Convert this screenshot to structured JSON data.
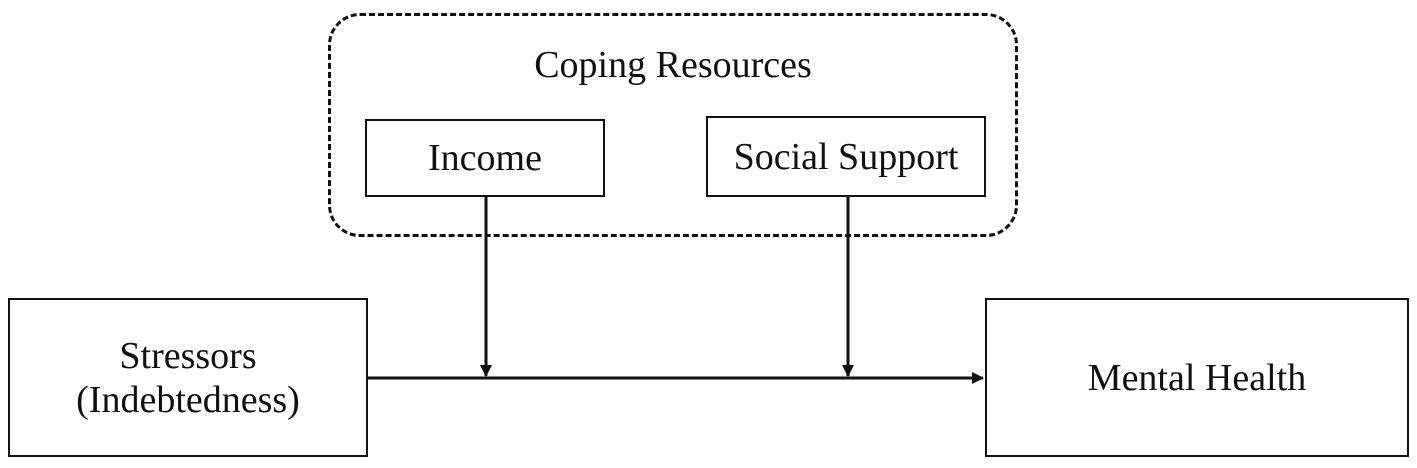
{
  "diagram": {
    "group": {
      "title": "Coping Resources"
    },
    "nodes": {
      "income": "Income",
      "social_support": "Social Support",
      "stressors": {
        "line1": "Stressors",
        "line2": "(Indebtedness)"
      },
      "mental_health": "Mental Health"
    },
    "edges": [
      {
        "from": "stressors",
        "to": "mental_health"
      },
      {
        "from": "income",
        "to": "stressors-to-mental_health"
      },
      {
        "from": "social_support",
        "to": "stressors-to-mental_health"
      }
    ],
    "colors": {
      "stroke": "#111111",
      "background": "#ffffff"
    }
  }
}
